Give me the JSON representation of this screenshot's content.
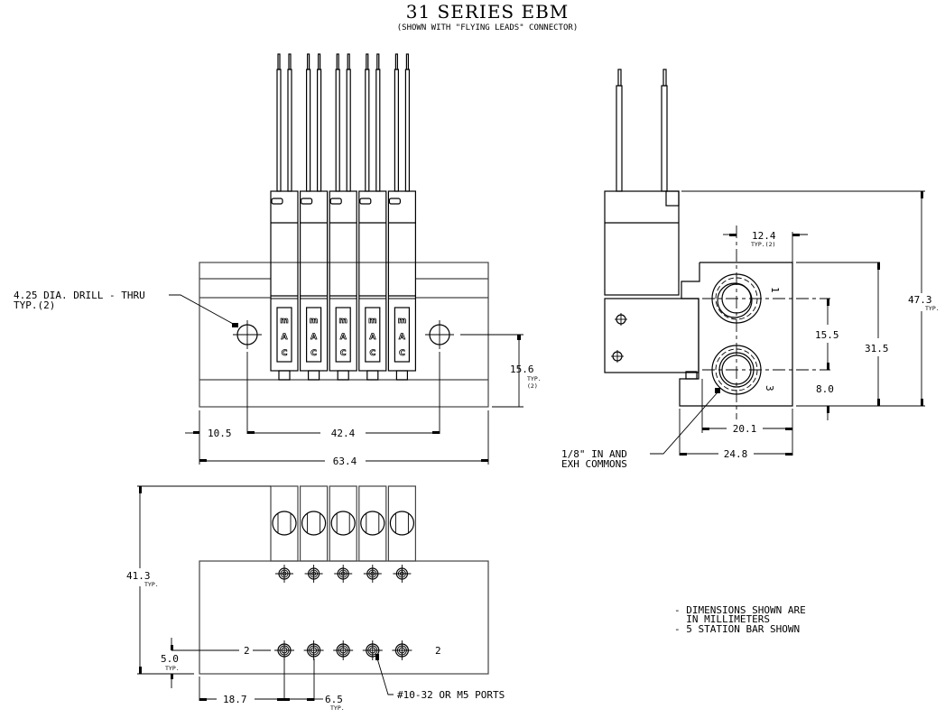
{
  "title": "31 SERIES EBM",
  "subtitle": "(SHOWN WITH \"FLYING LEADS\" CONNECTOR)",
  "front_view": {
    "stations": 5,
    "logo_letters": [
      "m",
      "A",
      "C"
    ],
    "callout_drill": [
      "4.25 DIA. DRILL - THRU",
      "TYP.(2)"
    ],
    "dims": {
      "d_10_5": "10.5",
      "d_42_4": "42.4",
      "d_63_4": "63.4",
      "d_15_6": "15.6",
      "d_15_6_note": [
        "TYP.",
        "(2)"
      ]
    }
  },
  "side_view": {
    "port_labels": [
      "1",
      "3"
    ],
    "callout_commons": [
      "1/8\" IN AND",
      "EXH COMMONS"
    ],
    "dims": {
      "d_12_4": "12.4",
      "d_12_4_note": "TYP.(2)",
      "d_15_5": "15.5",
      "d_31_5": "31.5",
      "d_47_3": "47.3",
      "d_47_3_note": "TYP.",
      "d_8_0": "8.0",
      "d_20_1": "20.1",
      "d_24_8": "24.8"
    }
  },
  "bottom_view": {
    "port_labels": [
      "2",
      "2"
    ],
    "callout_ports": "#10-32 OR M5 PORTS",
    "dims": {
      "d_41_3": "41.3",
      "d_41_3_note": "TYP.",
      "d_5_0": "5.0",
      "d_5_0_note": "TYP.",
      "d_18_7": "18.7",
      "d_6_5": "6.5",
      "d_6_5_note": "TYP."
    }
  },
  "notes": [
    "- DIMENSIONS SHOWN ARE",
    "  IN MILLIMETERS",
    "- 5 STATION BAR SHOWN"
  ]
}
